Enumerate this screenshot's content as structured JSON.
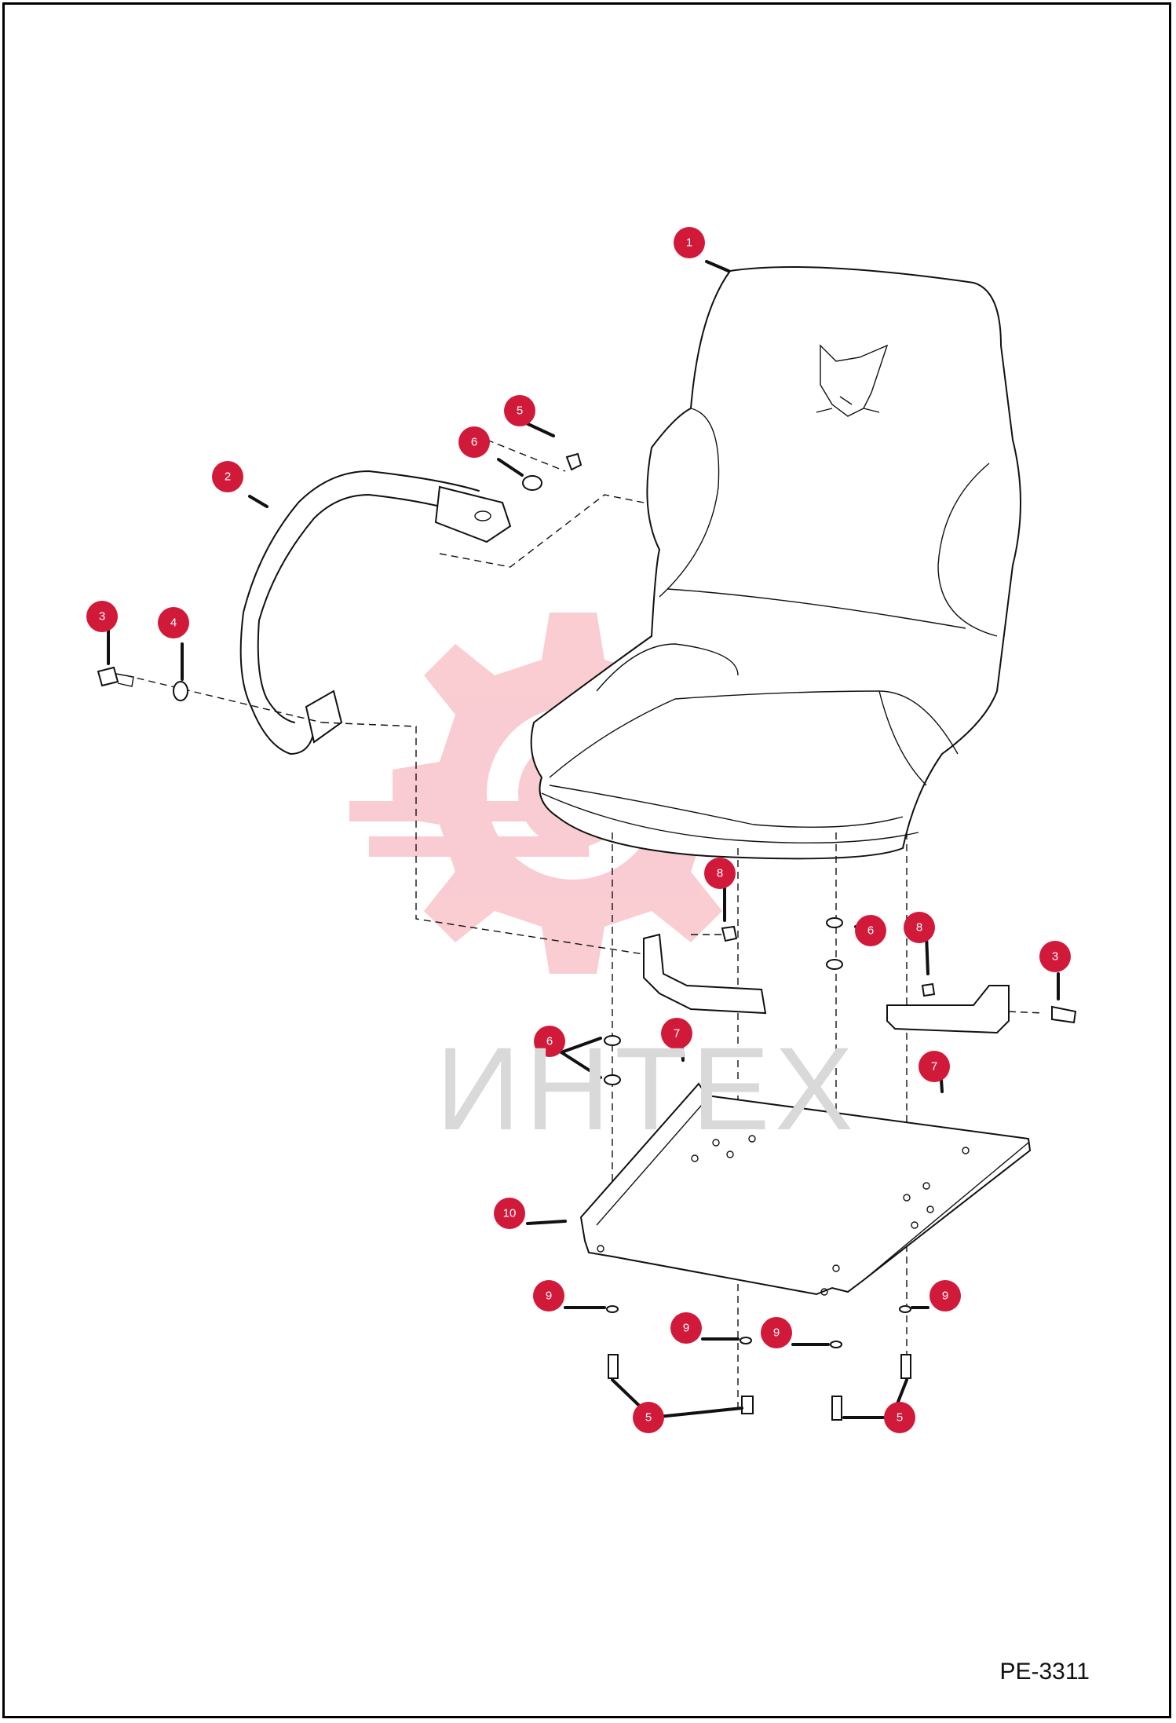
{
  "drawing": {
    "code": "PE-3311",
    "watermark_text": "ИНТЕХ"
  },
  "callouts": [
    {
      "id": "c1",
      "label": "1"
    },
    {
      "id": "c2",
      "label": "2"
    },
    {
      "id": "c3a",
      "label": "3"
    },
    {
      "id": "c4",
      "label": "4"
    },
    {
      "id": "c5a",
      "label": "5"
    },
    {
      "id": "c6a",
      "label": "6"
    },
    {
      "id": "c8a",
      "label": "8"
    },
    {
      "id": "c6b",
      "label": "6"
    },
    {
      "id": "c8b",
      "label": "8"
    },
    {
      "id": "c3b",
      "label": "3"
    },
    {
      "id": "c6c",
      "label": "6"
    },
    {
      "id": "c7a",
      "label": "7"
    },
    {
      "id": "c7b",
      "label": "7"
    },
    {
      "id": "c10",
      "label": "10"
    },
    {
      "id": "c9a",
      "label": "9"
    },
    {
      "id": "c9b",
      "label": "9"
    },
    {
      "id": "c9c",
      "label": "9"
    },
    {
      "id": "c9d",
      "label": "9"
    },
    {
      "id": "c5b",
      "label": "5"
    },
    {
      "id": "c5c",
      "label": "5"
    }
  ]
}
